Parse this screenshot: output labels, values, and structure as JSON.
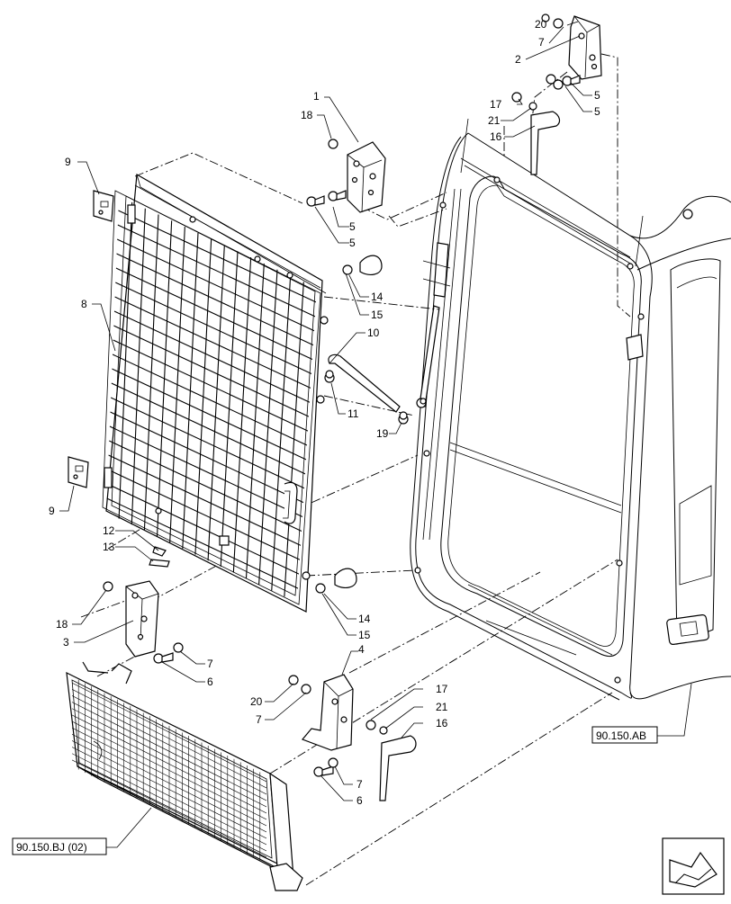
{
  "callouts": {
    "c1": "1",
    "c2": "2",
    "c3": "3",
    "c4": "4",
    "c5a": "5",
    "c5b": "5",
    "c5c": "5",
    "c5d": "5",
    "c6a": "6",
    "c6b": "6",
    "c7a": "7",
    "c7b": "7",
    "c7c": "7",
    "c7d": "7",
    "c8": "8",
    "c9a": "9",
    "c9b": "9",
    "c10": "10",
    "c11": "11",
    "c12": "12",
    "c13": "13",
    "c14a": "14",
    "c14b": "14",
    "c15a": "15",
    "c15b": "15",
    "c16a": "16",
    "c16b": "16",
    "c17a": "17",
    "c17b": "17",
    "c18a": "18",
    "c18b": "18",
    "c19": "19",
    "c20a": "20",
    "c20b": "20",
    "c21a": "21",
    "c21b": "21"
  },
  "references": {
    "cab_ref": "90.150.AB",
    "guard_ref": "90.150.BJ (02)"
  },
  "icons": {
    "nav": "next-page-arrow-icon"
  }
}
